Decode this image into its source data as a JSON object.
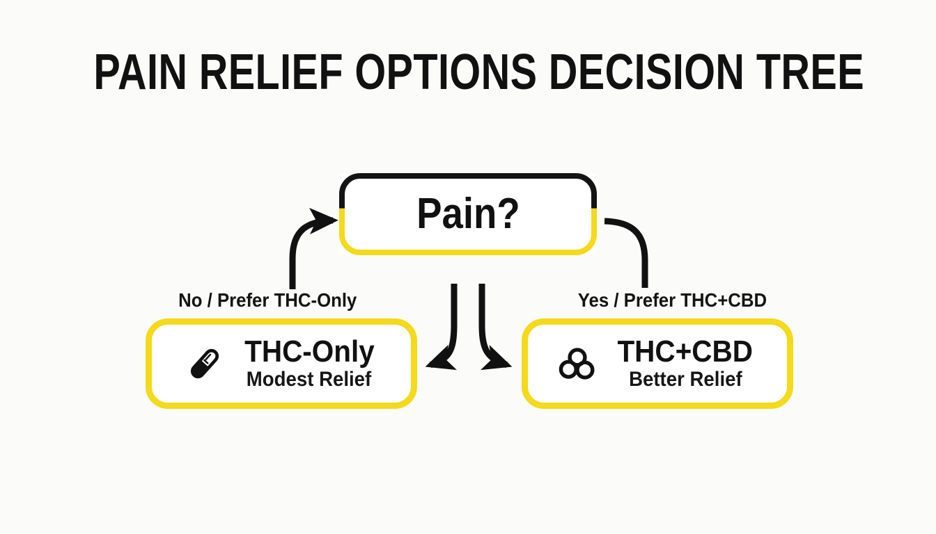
{
  "page": {
    "title": "PAIN RELIEF OPTIONS DECISION TREE",
    "background_color": "#FBFBFA",
    "accent_color": "#F5D91B",
    "ink_color": "#111111"
  },
  "diagram": {
    "type": "decision-tree",
    "root": {
      "label": "Pain?",
      "shape": "rounded-rectangle",
      "border_top_color": "#141414",
      "border_bottom_color": "#F5D91B"
    },
    "edges": [
      {
        "id": "edge-left",
        "label": "No / Prefer THC-Only",
        "to": "THC-Only"
      },
      {
        "id": "edge-right",
        "label": "Yes / Prefer THC+CBD",
        "to": "THC+CBD"
      }
    ],
    "outcomes": [
      {
        "id": "thc-only",
        "icon": "capsule-icon",
        "title": "THC-Only",
        "subtitle": "Modest Relief",
        "border_color": "#F5D91B"
      },
      {
        "id": "thc-cbd",
        "icon": "molecule-rings-icon",
        "title": "THC+CBD",
        "subtitle": "Better Relief",
        "border_color": "#F5D91B"
      }
    ]
  }
}
